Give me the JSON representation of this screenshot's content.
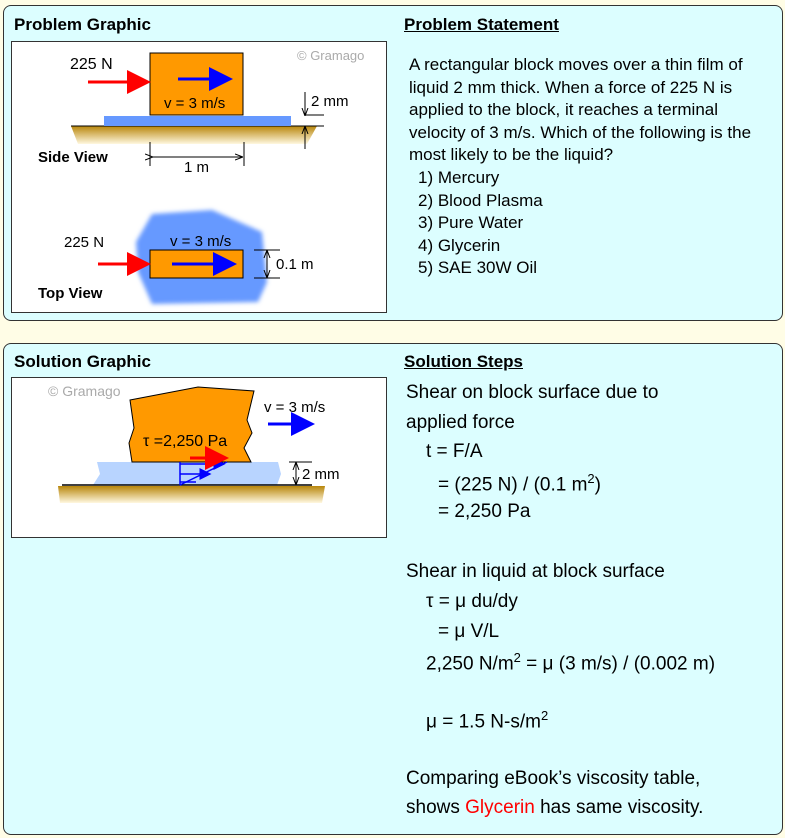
{
  "problem": {
    "graphic_title": "Problem Graphic",
    "statement_title": "Problem Statement",
    "statement": "A rectangular block moves over a thin film of liquid 2 mm thick. When a force of 225 N is applied to the block, it reaches a terminal velocity of 3 m/s. Which of the following is the most likely to be the liquid?",
    "options": [
      "1) Mercury",
      "2) Blood Plasma",
      "3) Pure Water",
      "4) Glycerin",
      "5) SAE 30W Oil"
    ],
    "graphic": {
      "watermark": "© Gramago",
      "force": "225 N",
      "velocity": "v = 3 m/s",
      "thickness": "2 mm",
      "length": "1 m",
      "width": "0.1 m",
      "side_view": "Side View",
      "top_view": "Top View"
    }
  },
  "solution": {
    "graphic_title": "Solution Graphic",
    "steps_title": "Solution Steps",
    "graphic": {
      "watermark": "© Gramago",
      "velocity": "v = 3 m/s",
      "shear": "τ =2,250 Pa",
      "thickness": "2 mm"
    },
    "steps": {
      "l1": "Shear on block surface due to",
      "l2": "applied force",
      "l3": "t = F/A",
      "l4a": "= (225 N) / (0.1 m",
      "l4sup": "2",
      "l4b": ")",
      "l5": "= 2,250 Pa",
      "l6": "Shear in liquid at block surface",
      "l7": "τ = μ du/dy",
      "l8": "= μ V/L",
      "l9a": "2,250 N/m",
      "l9sup": "2",
      "l9b": " = μ (3 m/s) / (0.002 m)",
      "l10a": "μ = 1.5 N-s/m",
      "l10sup": "2",
      "l11": "Comparing eBook’s viscosity table,",
      "l12a": "shows ",
      "l12hl": "Glycerin",
      "l12b": " has same viscosity."
    }
  },
  "colors": {
    "highlight": "#ff0000",
    "panel": "#dcfeff",
    "block": "#ff9900",
    "liquid": "#6699ff"
  }
}
